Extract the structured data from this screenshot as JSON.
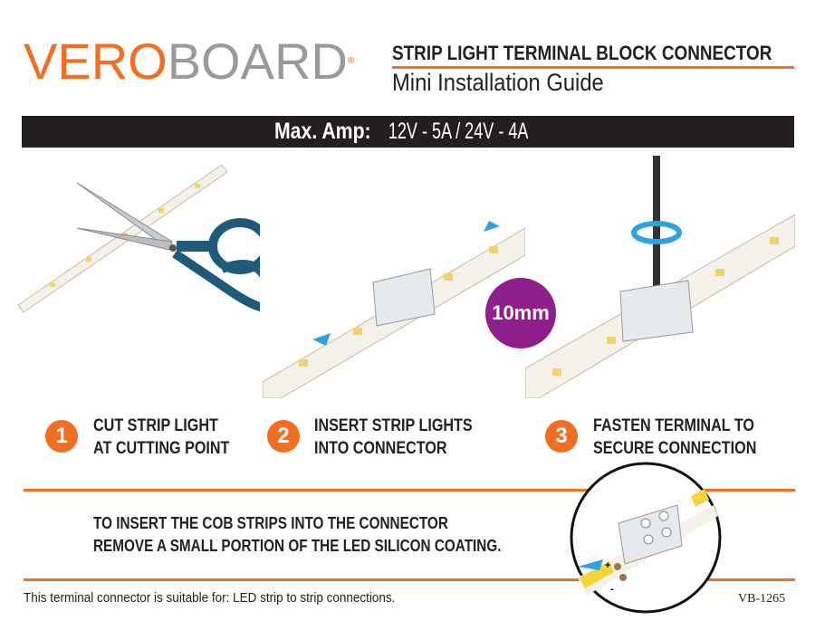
{
  "logo": {
    "part_orange": "VERO",
    "part_gray": "BOARD",
    "registered": "®"
  },
  "header": {
    "title": "STRIP LIGHT TERMINAL BLOCK CONNECTOR",
    "subtitle": "Mini Installation Guide"
  },
  "spec_bar": {
    "label": "Max. Amp:",
    "value": "12V - 5A / 24V - 4A"
  },
  "images": {
    "badge": "10mm"
  },
  "steps": [
    {
      "number": "1",
      "line1": "CUT STRIP LIGHT",
      "line2": "AT CUTTING POINT"
    },
    {
      "number": "2",
      "line1": "INSERT STRIP LIGHTS",
      "line2": "INTO CONNECTOR"
    },
    {
      "number": "3",
      "line1": "FASTEN TERMINAL TO",
      "line2": "SECURE CONNECTION"
    }
  ],
  "note": {
    "line1": "TO INSERT THE COB STRIPS INTO THE CONNECTOR",
    "line2": "REMOVE A SMALL PORTION OF THE LED SILICON COATING."
  },
  "inset": {
    "plus": "+",
    "minus": "-"
  },
  "footer": {
    "text": "This terminal connector is suitable for: LED strip to strip connections.",
    "code": "VB-1265"
  },
  "colors": {
    "accent": "#f26f21",
    "bar": "#231f20",
    "badge": "#8e1f8c"
  }
}
